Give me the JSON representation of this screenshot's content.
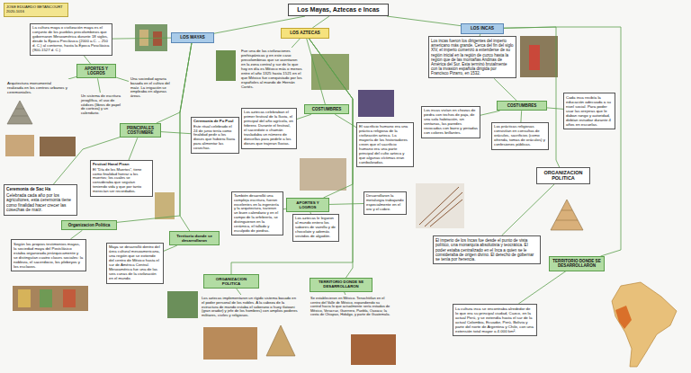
{
  "diagram": {
    "nodes": [
      {
        "text": [
          "JOSE EDUARDO BETANCOURT 2020-1016"
        ]
      },
      {
        "text": [
          "Los Mayas, Aztecas e Incas"
        ]
      },
      {
        "text": [
          "LOS MAYAS"
        ]
      },
      {
        "text": [
          "La cultura maya o civilización maya es el conjunto de los pueblos precolombinos que gobernaron Mesoamérica durante 18 siglos, desde la Época Preclásica (2000 a.C. – 250 d. C.) al contorno, hasta la Época Posclásica (900-1527 d. C.)"
        ]
      },
      {
        "text": [
          "APORTES Y LOGROS"
        ]
      },
      {
        "text": [
          "Arquitectura monumental realizada en los centros urbanos y ceremoniales."
        ]
      },
      {
        "text": [
          "Un sistema de escritura jeroglífica, el uso de códices (libros de papel de corteza) y un calendario."
        ]
      },
      {
        "text": [
          "Una sociedad agraria basada en el cultivo del maíz. La irrigación se empleaba en algunas áreas."
        ]
      },
      {
        "text": [
          "PRINCIPALES COSTUMBRE"
        ]
      },
      {
        "text": [
          "Ceremonia de Po Puul",
          "Este ritual celebrado el 24 de junio tenía como finalidad pedir a los dioses que hubiera lluvia para alimentar las cosechas."
        ]
      },
      {
        "text": [
          "Festival Hanal Pixan",
          "El \"Día de los Muertos\", tiene como finalidad honrar a los muertos; los cuales se consideraba que seguían teniendo vida y que por tanto merecían ser recordados."
        ]
      },
      {
        "text": [
          "Ceremonia de Sac Ha",
          "Celebrada cada año por los agricultores, esta ceremonia tiene como finalidad hacer crecer las cosechas de maíz."
        ]
      },
      {
        "text": [
          "Organizacion Politica"
        ]
      },
      {
        "text": [
          "Según los propios testimonios mayas, la sociedad maya del Postclásico estaba organizada jerárquicamente y se distinguían cuatro clases sociales: la nobleza, el sacerdocio, los plebeyos y los esclavos."
        ]
      },
      {
        "text": [
          "Territorio donde se desarrollaron"
        ]
      },
      {
        "text": [
          "Maya se desarrolló dentro del área cultural mesoamericana, una región que se extiende del centro de México hasta el sur de América Central. Mesoamérica fue una de las seis cunas de la civilización en el mundo."
        ]
      },
      {
        "text": [
          "LOS AZTECAS"
        ]
      },
      {
        "text": [
          "Fue una de las civilizaciones prehispánicas y en este caso precolombinas que se asentaron en la zona central y sur de lo que hoy en día es México más o menos entre el año 1325 hasta 1521 en el que México fue conquistado por los españoles al mando de Hernán Cortés."
        ]
      },
      {
        "text": [
          "COSTUMBRES"
        ]
      },
      {
        "text": [
          "Los aztecas celebraban el primer festival de la lluvia, el principal del año agrícola, en febrero. Durante el festival, el sacerdote o chamán trasladaba un número de doncellas para pedirle a los dioses que trajeran lluvias."
        ]
      },
      {
        "text": [
          "El sacrificio humano era una práctica religiosa de la civilización azteca. La mayoría de los historiadores creen que el sacrificio humano era una parte principal del culto azteca y que algunas víctimas eran canibalizadas."
        ]
      },
      {
        "text": [
          "APORTES Y LOGROS"
        ]
      },
      {
        "text": [
          "También desarrolló una compleja escritura, fueron excelentes en la ingeniería y la arquitectura, tuvieron un buen calendario y en el campo de la orfebrería, se distinguieron en la cerámica, el tallado y esculpido de piedras."
        ]
      },
      {
        "text": [
          "Los aztecas le legaron al mundo entero los sabores de vainilla y de chocolate y además vestidos de algodón."
        ]
      },
      {
        "text": [
          "Desarrollaron la metalurgia trabajando especialmente en el oro y el cobre."
        ]
      },
      {
        "text": [
          "ORGANIZACION POLITICA"
        ]
      },
      {
        "text": [
          "Los aztecas implementaron un rígido sistema basado en el poder personal de los nobles. A la cabeza de la estructura de mando estaba el soberano o huey tlatoani (gran orador) y jefe de los hombres) con amplios poderes militares, civiles y religiosos."
        ]
      },
      {
        "text": [
          "TERRITORIO DONDE SE DESARROLLARON"
        ]
      },
      {
        "text": [
          "Se establecieron en México. Tenochtitlan en el centro del Valle de México, expandiendo su control hacia lo que actualmente sería estados de México, Veracruz, Guerrero, Puebla, Oaxaca; la costa de Chiapas, Hidalgo, y parte de Guatemala."
        ]
      },
      {
        "text": [
          "LOS INCAS"
        ]
      },
      {
        "text": [
          "Los incas fueron los dirigentes del imperio americano más grande. Cerca del fin del siglo XIV, el imperio comenzó a extenderse de su región inicial en la región de cuzco hasta la región que de las montañas Andinas de América del Sur. Esta terminó brutalmente con la invasión española dirigida por Francisco Pizarro, en 1532."
        ]
      },
      {
        "text": [
          "COSTUMBRES"
        ]
      },
      {
        "text": [
          "Los incas vivían en chozas de piedra con techos de paja, de una sola habitación, sin ventanas, las paredes revocadas con barro y pintadas con colores brillantes."
        ]
      },
      {
        "text": [
          "Las prácticas religiosas consistían en consultas de oráculos, sacrificios (como ofrenda, tomas de oráculos) y confesiones públicas."
        ]
      },
      {
        "text": [
          "Cada inca recibía la educación adecuada a su nivel social. Para poder usar las orejeras que le daban rango y autoridad, debían estudiar durante 4 años en escuelas."
        ]
      },
      {
        "text": [
          "ORGANIZACION POLITICA"
        ]
      },
      {
        "text": [
          "El imperio de los Incas fue desde el punto de vista político, una monarquía absolutista y teocrática. El poder estaba centralizado en el Inca a quien se le consideraba de origen divino. El derecho de gobernar se tenía por herencia."
        ]
      },
      {
        "text": [
          "TERRITORIO DONDE SE DESARROLLARON"
        ]
      },
      {
        "text": [
          "La cultura inca se encontraba alrededor de lo que era su principal ciudad, Cuzco, en la actual Perú, y se extendía hasta el sur de la actual Colombia, Ecuador, Perú, Bolivia y parte del norte de Argentina y Chile, con una extensión total mayor a 4.000 km²."
        ]
      }
    ],
    "edges": [
      {
        "from": 1,
        "to": 2,
        "arrow": "none"
      },
      {
        "from": 1,
        "to": 16,
        "arrow": "none"
      },
      {
        "from": 1,
        "to": 29,
        "arrow": "none"
      },
      {
        "from": 2,
        "to": 3,
        "arrow": "none"
      },
      {
        "from": 3,
        "to": 4,
        "arrow": "none"
      },
      {
        "from": 4,
        "to": 5,
        "arrow": "none"
      },
      {
        "from": 4,
        "to": 6,
        "arrow": "none"
      },
      {
        "from": 4,
        "to": 7,
        "arrow": "none"
      },
      {
        "from": 2,
        "to": 8,
        "arrow": "none"
      },
      {
        "from": 8,
        "to": 9,
        "arrow": "none"
      },
      {
        "from": 8,
        "to": 10,
        "arrow": "none"
      },
      {
        "from": 8,
        "to": 11,
        "arrow": "none"
      },
      {
        "from": 2,
        "to": 12,
        "arrow": "none"
      },
      {
        "from": 12,
        "to": 13,
        "arrow": "none"
      },
      {
        "from": 2,
        "to": 14,
        "arrow": "none"
      },
      {
        "from": 14,
        "to": 15,
        "arrow": "none"
      },
      {
        "from": 16,
        "to": 17,
        "arrow": "none"
      },
      {
        "from": 16,
        "to": 18,
        "arrow": "none"
      },
      {
        "from": 18,
        "to": 19,
        "arrow": "none"
      },
      {
        "from": 18,
        "to": 20,
        "arrow": "none"
      },
      {
        "from": 16,
        "to": 21,
        "arrow": "none"
      },
      {
        "from": 21,
        "to": 22,
        "arrow": "none"
      },
      {
        "from": 21,
        "to": 23,
        "arrow": "none"
      },
      {
        "from": 21,
        "to": 24,
        "arrow": "none"
      },
      {
        "from": 16,
        "to": 25,
        "arrow": "none"
      },
      {
        "from": 25,
        "to": 26,
        "arrow": "none"
      },
      {
        "from": 16,
        "to": 27,
        "arrow": "none"
      },
      {
        "from": 27,
        "to": 28,
        "arrow": "none"
      },
      {
        "from": 29,
        "to": 30,
        "arrow": "none"
      },
      {
        "from": 30,
        "to": 31,
        "arrow": "none"
      },
      {
        "from": 31,
        "to": 32,
        "arrow": "none"
      },
      {
        "from": 31,
        "to": 33,
        "arrow": "none"
      },
      {
        "from": 31,
        "to": 34,
        "arrow": "none"
      },
      {
        "from": 29,
        "to": 35,
        "arrow": "none"
      },
      {
        "from": 35,
        "to": 36,
        "arrow": "none"
      },
      {
        "from": 29,
        "to": 37,
        "arrow": "none"
      },
      {
        "from": 37,
        "to": 38,
        "arrow": "none"
      }
    ]
  }
}
